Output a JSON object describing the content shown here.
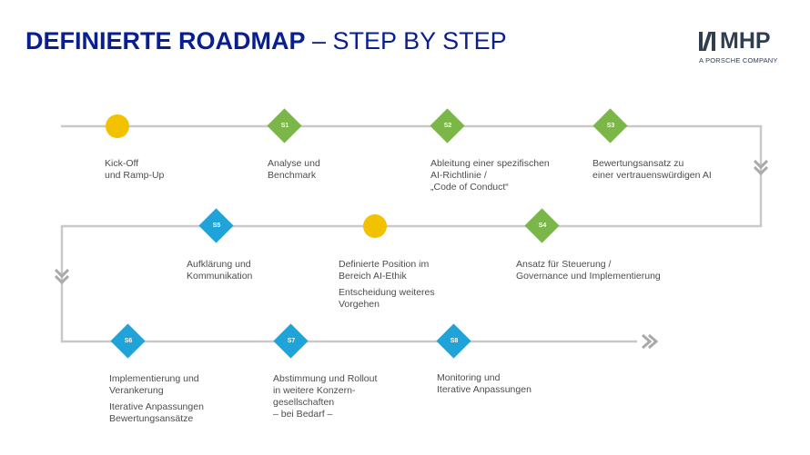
{
  "header": {
    "title_bold": "DEFINIERTE ROADMAP",
    "title_light": " – STEP BY STEP"
  },
  "logo": {
    "name": "MHP",
    "tagline": "A PORSCHE COMPANY"
  },
  "colors": {
    "line": "#c9c9c9",
    "chevron": "#a9a9a9",
    "green": "#7ab648",
    "blue": "#1fa3d8",
    "yellow": "#f2c200",
    "title": "#0a1f8f"
  },
  "steps": [
    {
      "kind": "circle",
      "color": "yellow",
      "lines": [
        "Kick-Off",
        "und Ramp-Up"
      ],
      "note": ""
    },
    {
      "kind": "diamond",
      "tag": "S1",
      "color": "green",
      "lines": [
        "Analyse und",
        "Benchmark"
      ],
      "note": ""
    },
    {
      "kind": "diamond",
      "tag": "S2",
      "color": "green",
      "lines": [
        "Ableitung einer spezifischen",
        "AI-Richtlinie /",
        "„Code of Conduct“"
      ],
      "note": ""
    },
    {
      "kind": "diamond",
      "tag": "S3",
      "color": "green",
      "lines": [
        "Bewertungsansatz zu",
        "einer vertrauenswürdigen AI"
      ],
      "note": ""
    },
    {
      "kind": "diamond",
      "tag": "S4",
      "color": "green",
      "lines": [
        "Ansatz für Steuerung /",
        "Governance und Implementierung"
      ],
      "note": ""
    },
    {
      "kind": "circle",
      "color": "yellow",
      "lines": [
        "Definierte Position im",
        "Bereich AI-Ethik"
      ],
      "note": "Entscheidung weiteres Vorgehen"
    },
    {
      "kind": "diamond",
      "tag": "S5",
      "color": "blue",
      "lines": [
        "Aufklärung und",
        "Kommunikation"
      ],
      "note": ""
    },
    {
      "kind": "diamond",
      "tag": "S6",
      "color": "blue",
      "lines": [
        "Implementierung und",
        "Verankerung"
      ],
      "note": "Iterative Anpassungen Bewertungsansätze"
    },
    {
      "kind": "diamond",
      "tag": "S7",
      "color": "blue",
      "lines": [
        "Abstimmung und Rollout",
        "in weitere Konzern-",
        "gesellschaften",
        "– bei Bedarf –"
      ],
      "note": ""
    },
    {
      "kind": "diamond",
      "tag": "S8",
      "color": "blue",
      "lines": [
        "Monitoring und",
        "Iterative Anpassungen"
      ],
      "note": ""
    }
  ]
}
